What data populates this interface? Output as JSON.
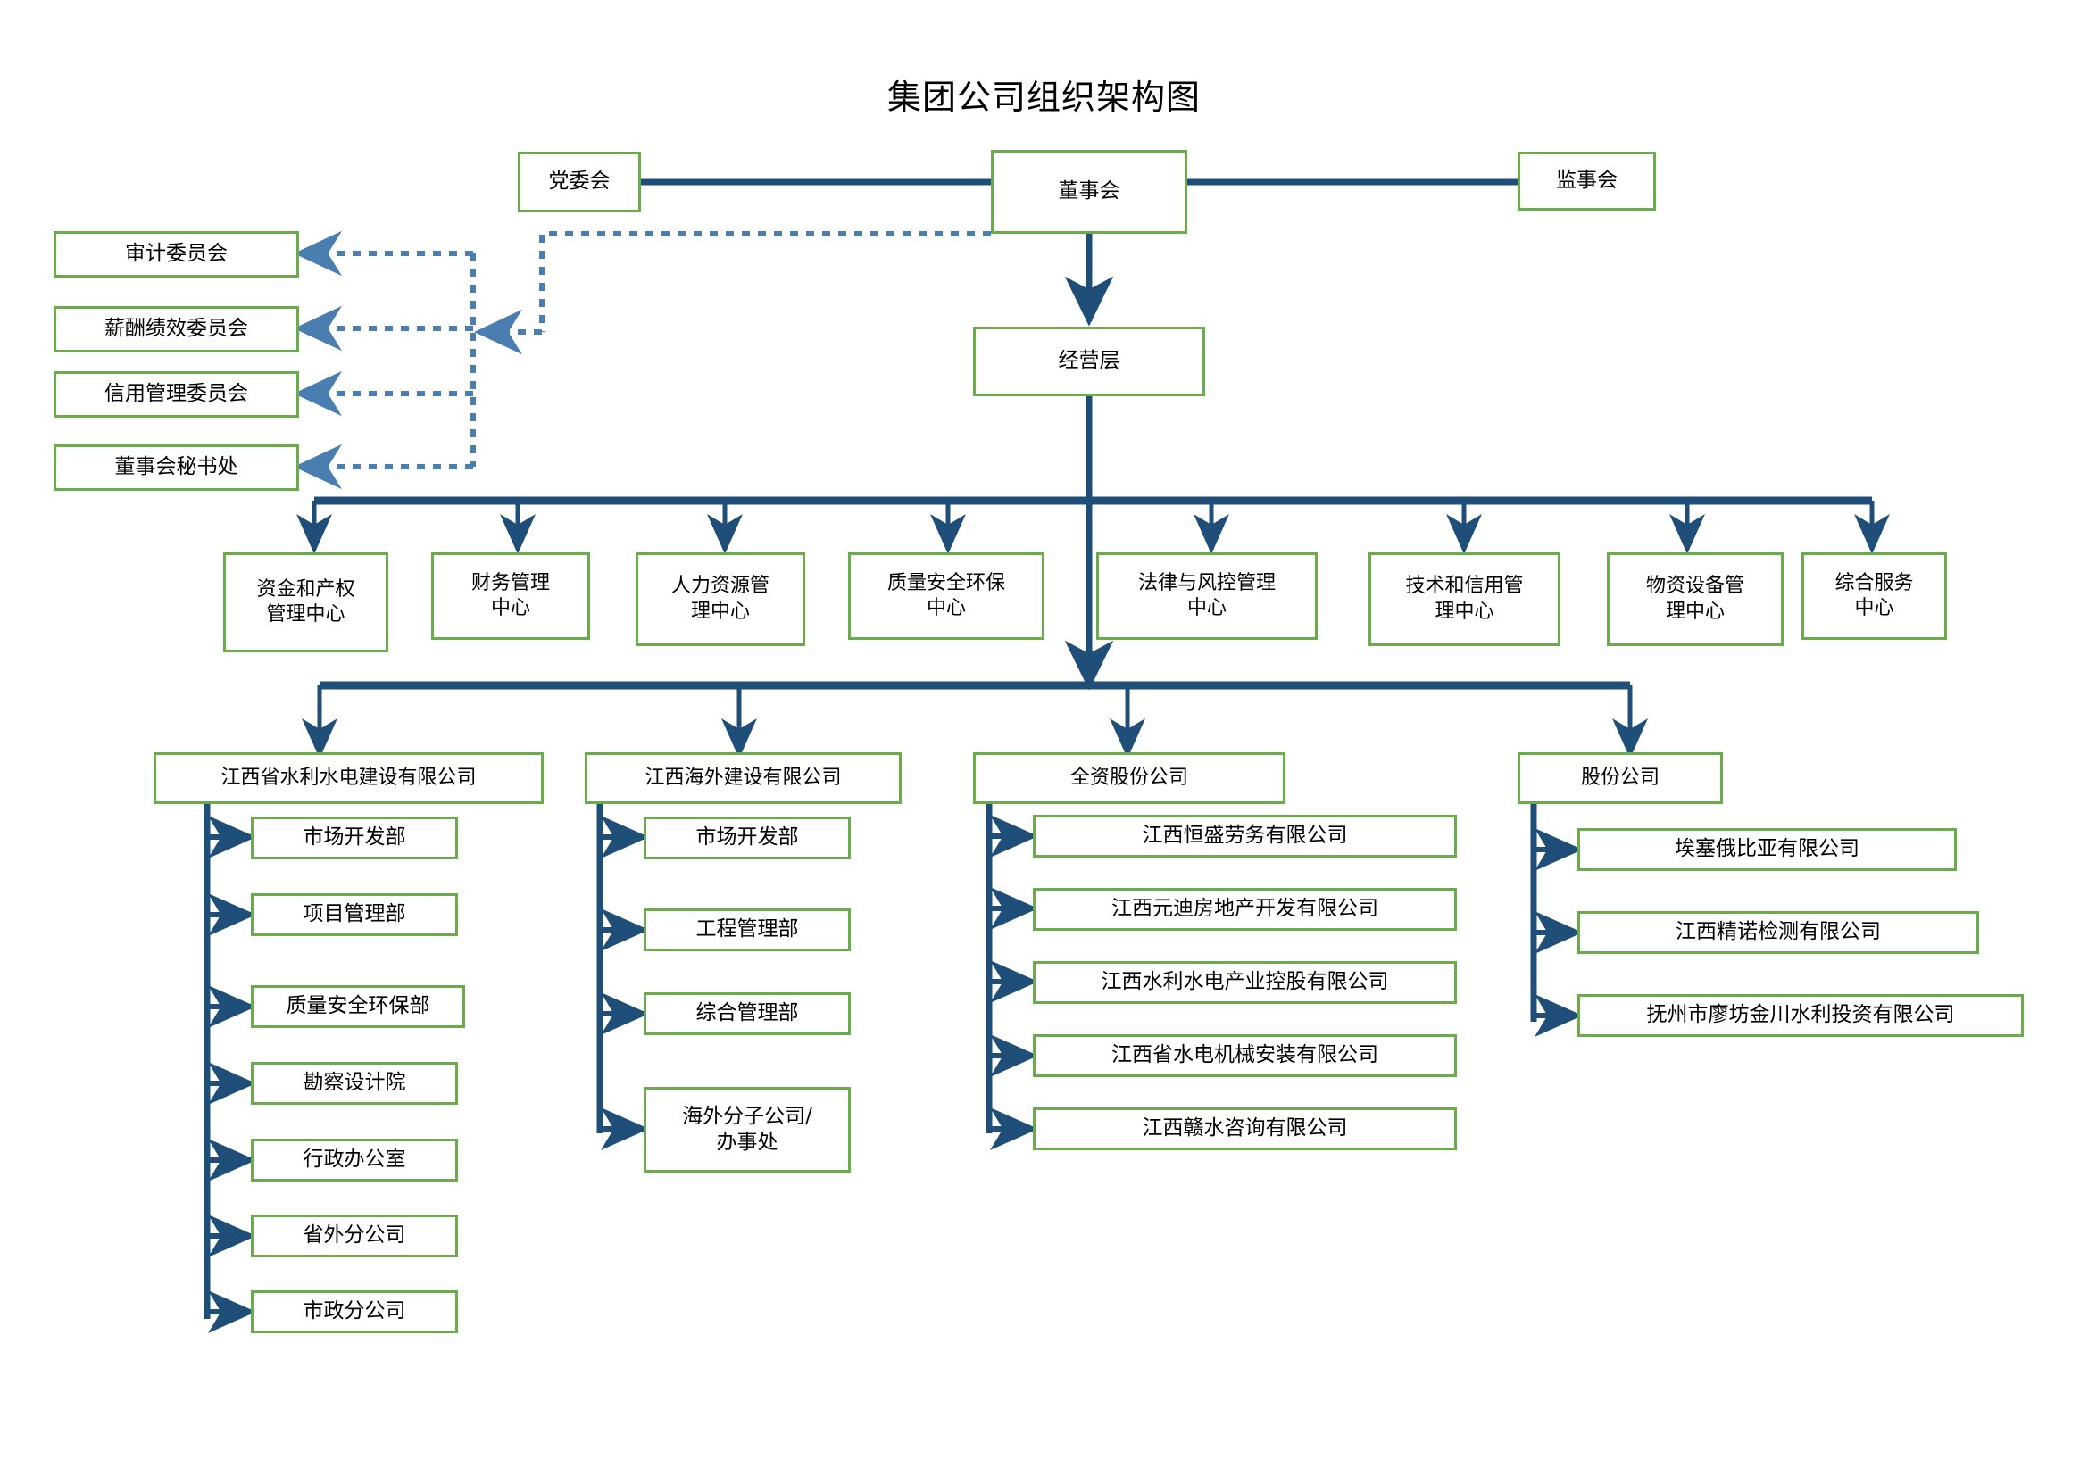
{
  "chart_meta": {
    "type": "org-chart",
    "title": "集团公司组织架构图",
    "colors": {
      "box_border": "#6AAB4A",
      "solid_connector": "#1F4E79",
      "dotted_connector": "#4A7EB0",
      "background": "#FFFFFF",
      "text": "#000000"
    }
  },
  "title": "集团公司组织架构图",
  "top": {
    "party_committee": "党委会",
    "board_of_directors": "董事会",
    "supervisory_board": "监事会",
    "management_layer": "经营层"
  },
  "committees": [
    {
      "label": "审计委员会"
    },
    {
      "label": "薪酬绩效委员会"
    },
    {
      "label": "信用管理委员会"
    },
    {
      "label": "董事会秘书处"
    }
  ],
  "centers": [
    {
      "label": "资金和产权\n管理中心"
    },
    {
      "label": "财务管理\n中心"
    },
    {
      "label": "人力资源管\n理中心"
    },
    {
      "label": "质量安全环保\n中心"
    },
    {
      "label": "法律与风控管理\n中心"
    },
    {
      "label": "技术和信用管\n理中心"
    },
    {
      "label": "物资设备管\n理中心"
    },
    {
      "label": "综合服务\n中心"
    }
  ],
  "companies": [
    {
      "name": "江西省水利水电建设有限公司",
      "children": [
        {
          "label": "市场开发部"
        },
        {
          "label": "项目管理部"
        },
        {
          "label": "质量安全环保部"
        },
        {
          "label": "勘察设计院"
        },
        {
          "label": "行政办公室"
        },
        {
          "label": "省外分公司"
        },
        {
          "label": "市政分公司"
        }
      ]
    },
    {
      "name": "江西海外建设有限公司",
      "children": [
        {
          "label": "市场开发部"
        },
        {
          "label": "工程管理部"
        },
        {
          "label": "综合管理部"
        },
        {
          "label": "海外分子公司/\n办事处"
        }
      ]
    },
    {
      "name": "全资股份公司",
      "children": [
        {
          "label": "江西恒盛劳务有限公司"
        },
        {
          "label": "江西元迪房地产开发有限公司"
        },
        {
          "label": "江西水利水电产业控股有限公司"
        },
        {
          "label": "江西省水电机械安装有限公司"
        },
        {
          "label": "江西赣水咨询有限公司"
        }
      ]
    },
    {
      "name": "股份公司",
      "children": [
        {
          "label": "埃塞俄比亚有限公司"
        },
        {
          "label": "江西精诺检测有限公司"
        },
        {
          "label": "抚州市廖坊金川水利投资有限公司"
        }
      ]
    }
  ]
}
